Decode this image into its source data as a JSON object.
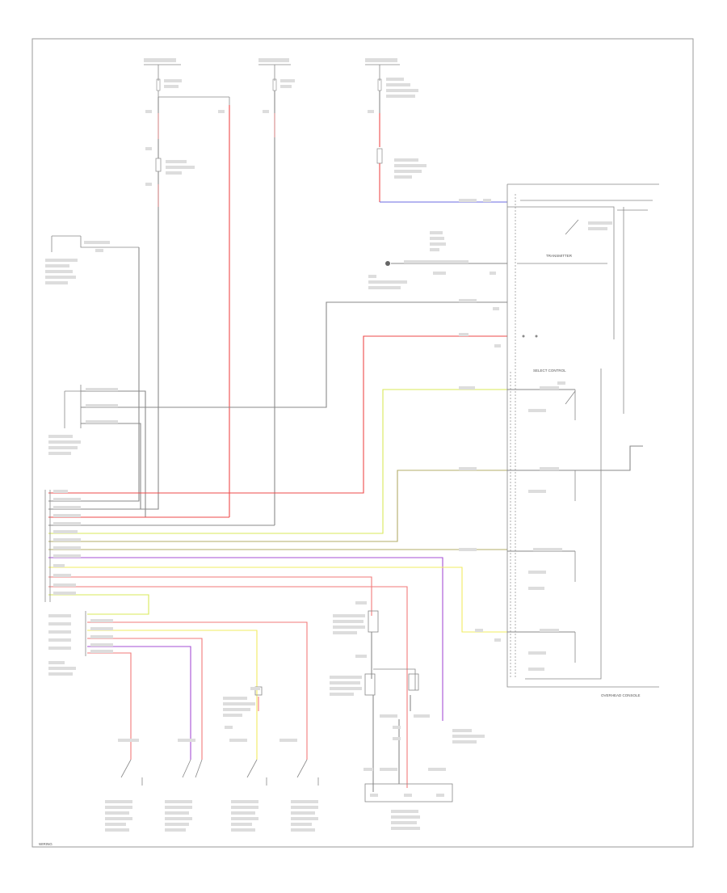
{
  "colors": {
    "red": "#ee4a4a",
    "pink": "#f27a7a",
    "yellow": "#f2ec62",
    "yellow_green": "#d9e95a",
    "olive": "#b3ad6a",
    "purple": "#a64fd6",
    "blue_violet": "#6b6be0",
    "gray": "#8a8a8a",
    "dark": "#555555"
  },
  "labels": {
    "transmitter": "TRANSMITTER",
    "select_control": "SELECT CONTROL",
    "overhead_console": "OVERHEAD CONSOLE",
    "page_ref": "WIRING"
  }
}
